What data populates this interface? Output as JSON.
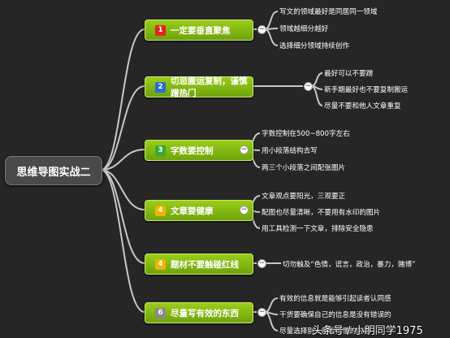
{
  "root": {
    "label": "思维导图实战二"
  },
  "branches": [
    {
      "num": "1",
      "label": "一定要垂直聚焦",
      "badge_color": "#e0251b",
      "leaves": [
        "写文的领域最好是同居同一领域",
        "领域越细分越好",
        "选择细分领域持续创作"
      ]
    },
    {
      "num": "2",
      "label": "切忌搬运复制，谨慎蹭热门",
      "badge_color": "#2a6bd8",
      "leaves": [
        "最好可以不要蹭",
        "新手期最好也不要复制搬运",
        "尽量不要和他人文章重复"
      ]
    },
    {
      "num": "3",
      "label": "字数要控制",
      "badge_color": "#3aa83a",
      "leaves": [
        "字数控制在500~800字左右",
        "用小段落结构去写",
        "两三个小段落之间配张图片"
      ]
    },
    {
      "num": "4",
      "label": "文章要健康",
      "badge_color": "#f0b400",
      "leaves": [
        "文章观点要阳光，三观要正",
        "配图也尽量清晰，不要用有水印的图片",
        "用工具检测一下文章，排除安全隐患"
      ]
    },
    {
      "num": "4",
      "label": "题材不要触碰红线",
      "badge_color": "#f0b400",
      "leaves": [
        "切勿触及“色情，谎言，政治，暴力，赌博”"
      ]
    },
    {
      "num": "6",
      "label": "尽量写有效的东西",
      "badge_color": "#8a8a8a",
      "leaves": [
        "有效的信息就是能够引起读者认同感",
        "干货要确保自己的信息是没有错误的",
        "尽量选择别人能看得懂的内容"
      ]
    }
  ],
  "watermark": "头条号 / 小明同学1975",
  "colors": {
    "background": "#262626",
    "branch": "#8bc34a",
    "connector": "#c8c8c8"
  }
}
